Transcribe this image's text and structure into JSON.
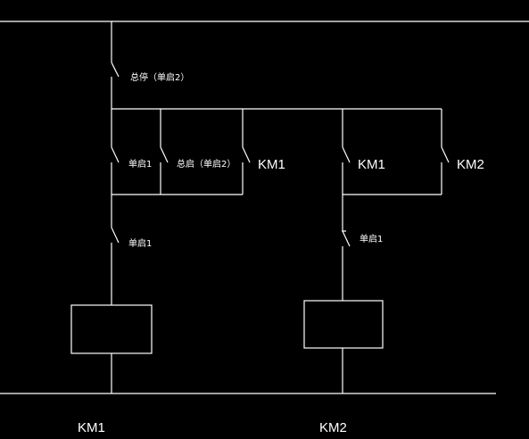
{
  "diagram": {
    "labels": {
      "main_stop": "总停（单启2）",
      "start1_circuit1": "单启1",
      "stop_start2": "总启（单启2）",
      "km1_contact1": "KM1",
      "km1_contact2": "KM1",
      "km2_contact": "KM2",
      "interlock1": "单启1",
      "interlock2": "单启1",
      "coil1": "KM1",
      "coil2": "KM2"
    }
  }
}
